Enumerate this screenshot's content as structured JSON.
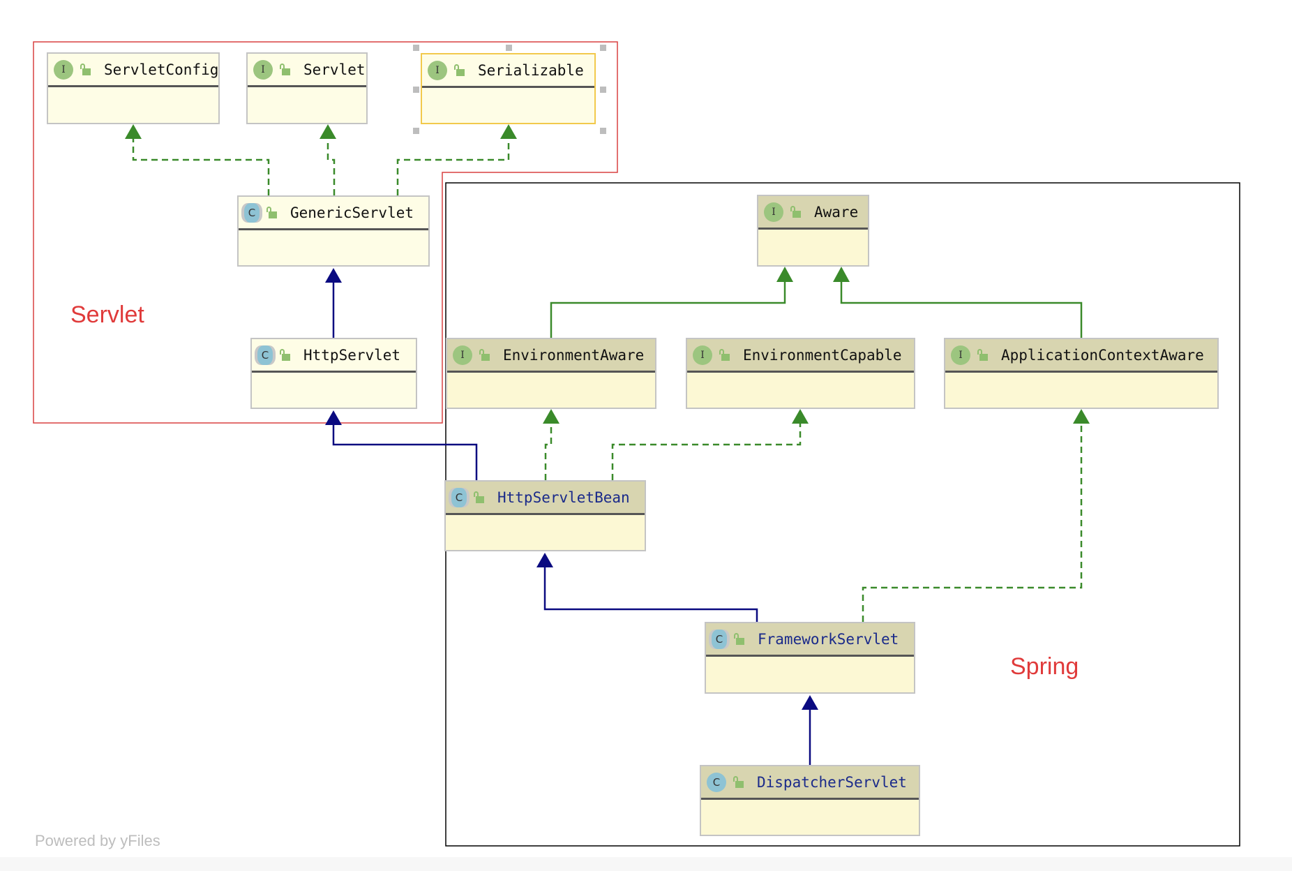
{
  "diagram": {
    "title_fragment": "",
    "groups": [
      {
        "id": "servlet",
        "label": "Servlet",
        "color": "#e03a3a"
      },
      {
        "id": "spring",
        "label": "Spring",
        "color": "#000000"
      }
    ],
    "nodes": [
      {
        "id": "servletconfig",
        "name": "ServletConfig",
        "kind": "interface",
        "group": "servlet"
      },
      {
        "id": "servlet",
        "name": "Servlet",
        "kind": "interface",
        "group": "servlet"
      },
      {
        "id": "serializable",
        "name": "Serializable",
        "kind": "interface",
        "group": "servlet",
        "selected": true
      },
      {
        "id": "genericservlet",
        "name": "GenericServlet",
        "kind": "abstract-class",
        "group": "servlet"
      },
      {
        "id": "httpservlet",
        "name": "HttpServlet",
        "kind": "abstract-class",
        "group": "servlet"
      },
      {
        "id": "aware",
        "name": "Aware",
        "kind": "interface",
        "group": "spring"
      },
      {
        "id": "environmentaware",
        "name": "EnvironmentAware",
        "kind": "interface",
        "group": "spring"
      },
      {
        "id": "environmentcapable",
        "name": "EnvironmentCapable",
        "kind": "interface",
        "group": "spring"
      },
      {
        "id": "applicationcontextaware",
        "name": "ApplicationContextAware",
        "kind": "interface",
        "group": "spring"
      },
      {
        "id": "httpservletbean",
        "name": "HttpServletBean",
        "kind": "abstract-class",
        "group": "spring"
      },
      {
        "id": "frameworkservlet",
        "name": "FrameworkServlet",
        "kind": "abstract-class",
        "group": "spring"
      },
      {
        "id": "dispatcherservlet",
        "name": "DispatcherServlet",
        "kind": "class",
        "group": "spring"
      }
    ],
    "edges": [
      {
        "from": "genericservlet",
        "to": "servletconfig",
        "type": "implements"
      },
      {
        "from": "genericservlet",
        "to": "servlet",
        "type": "implements"
      },
      {
        "from": "genericservlet",
        "to": "serializable",
        "type": "implements"
      },
      {
        "from": "httpservlet",
        "to": "genericservlet",
        "type": "extends"
      },
      {
        "from": "environmentaware",
        "to": "aware",
        "type": "extends"
      },
      {
        "from": "applicationcontextaware",
        "to": "aware",
        "type": "extends"
      },
      {
        "from": "httpservletbean",
        "to": "httpservlet",
        "type": "extends"
      },
      {
        "from": "httpservletbean",
        "to": "environmentaware",
        "type": "implements"
      },
      {
        "from": "httpservletbean",
        "to": "environmentcapable",
        "type": "implements"
      },
      {
        "from": "frameworkservlet",
        "to": "httpservletbean",
        "type": "extends"
      },
      {
        "from": "frameworkservlet",
        "to": "applicationcontextaware",
        "type": "implements"
      },
      {
        "from": "dispatcherservlet",
        "to": "frameworkservlet",
        "type": "extends"
      }
    ],
    "icons": {
      "interface": "I",
      "class": "C"
    },
    "colors": {
      "implements": "#3a8a2a",
      "extends": "#0a0a80",
      "interface_header": "#fefde6",
      "spring_header": "#d8d5b0"
    }
  },
  "footer": {
    "powered_by": "Powered by yFiles"
  }
}
